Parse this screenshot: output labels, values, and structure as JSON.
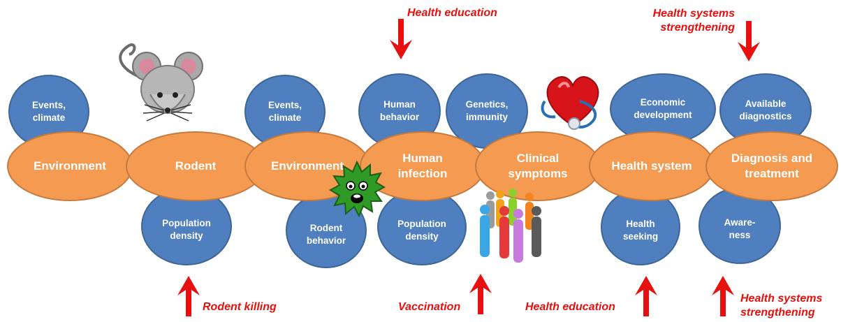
{
  "colors": {
    "factor_fill": "#4f7fbe",
    "stage_fill": "#f59a51",
    "intervention_red": "#e8100f"
  },
  "factors_top": [
    "Events,\nclimate",
    "Events,\nclimate",
    "Human\nbehavior",
    "Genetics,\nimmunity",
    "Economic\ndevelopment",
    "Available\ndiagnostics"
  ],
  "factors_bottom": [
    "Population\ndensity",
    "Rodent\nbehavior",
    "Population\ndensity",
    "Health\nseeking",
    "Aware-\nness"
  ],
  "stages": [
    "Environment",
    "Rodent",
    "Environment",
    "Human\ninfection",
    "Clinical\nsymptoms",
    "Health system",
    "Diagnosis and\ntreatment"
  ],
  "interventions_top": [
    "Health education",
    "Health systems\nstrengthening"
  ],
  "interventions_bottom": [
    "Rodent killing",
    "Vaccination",
    "Health education",
    "Health systems\nstrengthening"
  ],
  "illustrations": [
    "mouse-icon",
    "virus-icon",
    "heart-stethoscope-icon",
    "people-group-icon",
    "arrow-down-icon",
    "arrow-up-icon"
  ]
}
